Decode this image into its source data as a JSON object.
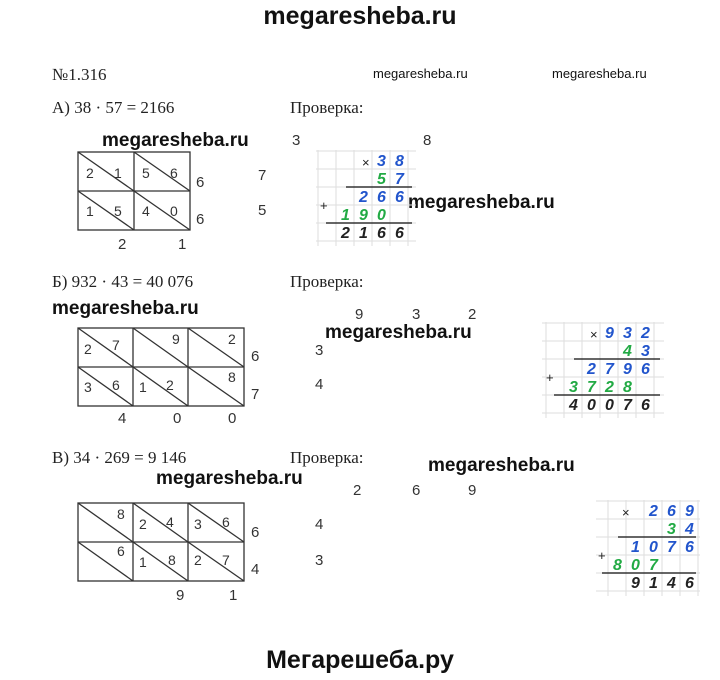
{
  "watermark": {
    "top": "megaresheba.ru",
    "bottom": "Мегарешеба.ру",
    "small_1": "megaresheba.ru",
    "small_2": "megaresheba.ru",
    "mid_a": "megaresheba.ru",
    "mid_a2": "megaresheba.ru",
    "mid_b": "megaresheba.ru",
    "mid_b2": "megaresheba.ru",
    "mid_c": "megaresheba.ru",
    "mid_c2": "megaresheba.ru"
  },
  "task_number": "№1.316",
  "check_label": "Проверка:",
  "problems": [
    {
      "label": "А) 38 · 57 = 2166",
      "top_digits": [
        "3",
        "8"
      ],
      "right_digits": [
        "7",
        "5"
      ],
      "row_ends": [
        "6",
        "6"
      ],
      "bottom_digits": [
        "2",
        "1"
      ],
      "cells": [
        [
          "2",
          "1"
        ],
        [
          "5",
          "6"
        ],
        [
          "1",
          "5"
        ],
        [
          "4",
          "0"
        ]
      ],
      "column": {
        "m1": [
          "3",
          "8"
        ],
        "m2": [
          "5",
          "7"
        ],
        "p1": [
          "2",
          "6",
          "6"
        ],
        "p2": [
          "1",
          "9",
          "0"
        ],
        "res": [
          "2",
          "1",
          "6",
          "6"
        ]
      }
    },
    {
      "label": "Б) 932 · 43 = 40 076",
      "top_digits": [
        "9",
        "3",
        "2"
      ],
      "right_digits": [
        "3",
        "4"
      ],
      "row_ends": [
        "6",
        "7"
      ],
      "bottom_digits": [
        "4",
        "0",
        "0"
      ],
      "cells": [
        [
          "2",
          "7"
        ],
        [
          "",
          "9"
        ],
        [
          "",
          "2"
        ],
        [
          "3",
          "6"
        ],
        [
          "1",
          "2"
        ],
        [
          "",
          "8"
        ]
      ],
      "column": {
        "m1": [
          "9",
          "3",
          "2"
        ],
        "m2": [
          "4",
          "3"
        ],
        "p1": [
          "2",
          "7",
          "9",
          "6"
        ],
        "p2": [
          "3",
          "7",
          "2",
          "8"
        ],
        "res": [
          "4",
          "0",
          "0",
          "7",
          "6"
        ]
      }
    },
    {
      "label": "В) 34 · 269 = 9 146",
      "top_digits": [
        "2",
        "6",
        "9"
      ],
      "right_digits": [
        "4",
        "3"
      ],
      "row_ends": [
        "6",
        "4"
      ],
      "bottom_digits": [
        "9",
        "1"
      ],
      "cells": [
        [
          "",
          "8"
        ],
        [
          "2",
          "4"
        ],
        [
          "3",
          "6"
        ],
        [
          "",
          "6"
        ],
        [
          "1",
          "8"
        ],
        [
          "2",
          "7"
        ]
      ],
      "column": {
        "m1": [
          "2",
          "6",
          "9"
        ],
        "m2": [
          "3",
          "4"
        ],
        "p1": [
          "1",
          "0",
          "7",
          "6"
        ],
        "p2": [
          "8",
          "0",
          "7"
        ],
        "res": [
          "9",
          "1",
          "4",
          "6"
        ]
      }
    }
  ]
}
